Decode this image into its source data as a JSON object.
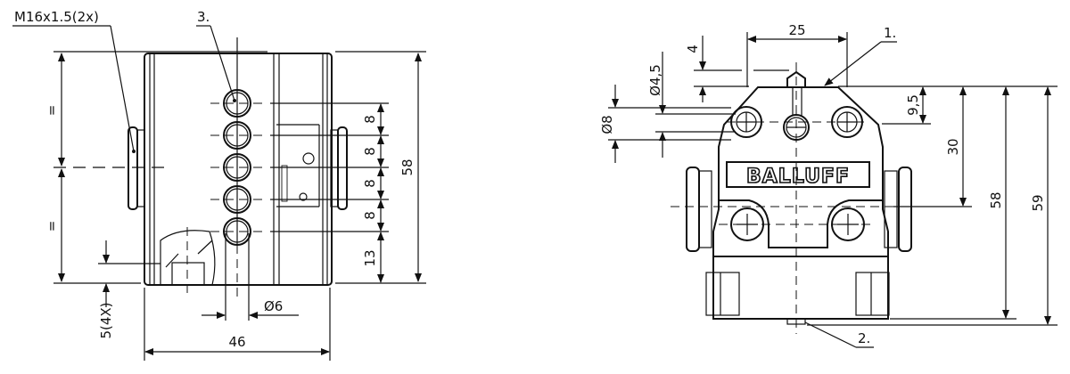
{
  "drawing": {
    "manufacturer_logo": "BALLUFF",
    "colors": {
      "line": "#111111",
      "background": "#ffffff"
    }
  },
  "side_view": {
    "thread_label": "M16x1.5(2x)",
    "led_callout": "3.",
    "equal_mark_top": "=",
    "equal_mark_bottom": "=",
    "height_dim": "58",
    "width_dim": "46",
    "led_pitch_dims": [
      "8",
      "8",
      "8",
      "8"
    ],
    "bottom_offset_dim": "13",
    "led_diameter_dim": "Ø6",
    "mount_hole_depth_dim": "5(4X)"
  },
  "front_view": {
    "plunger_callout": "1.",
    "bottom_callout": "2.",
    "width_dim": "25",
    "plunger_height_dim": "4",
    "hole_diameter_small": "Ø4,5",
    "hole_diameter_large": "Ø8",
    "top_hole_offset_dim": "9,5",
    "mid_hole_offset_dim": "30",
    "body_height_dim": "58",
    "total_height_dim": "59"
  }
}
